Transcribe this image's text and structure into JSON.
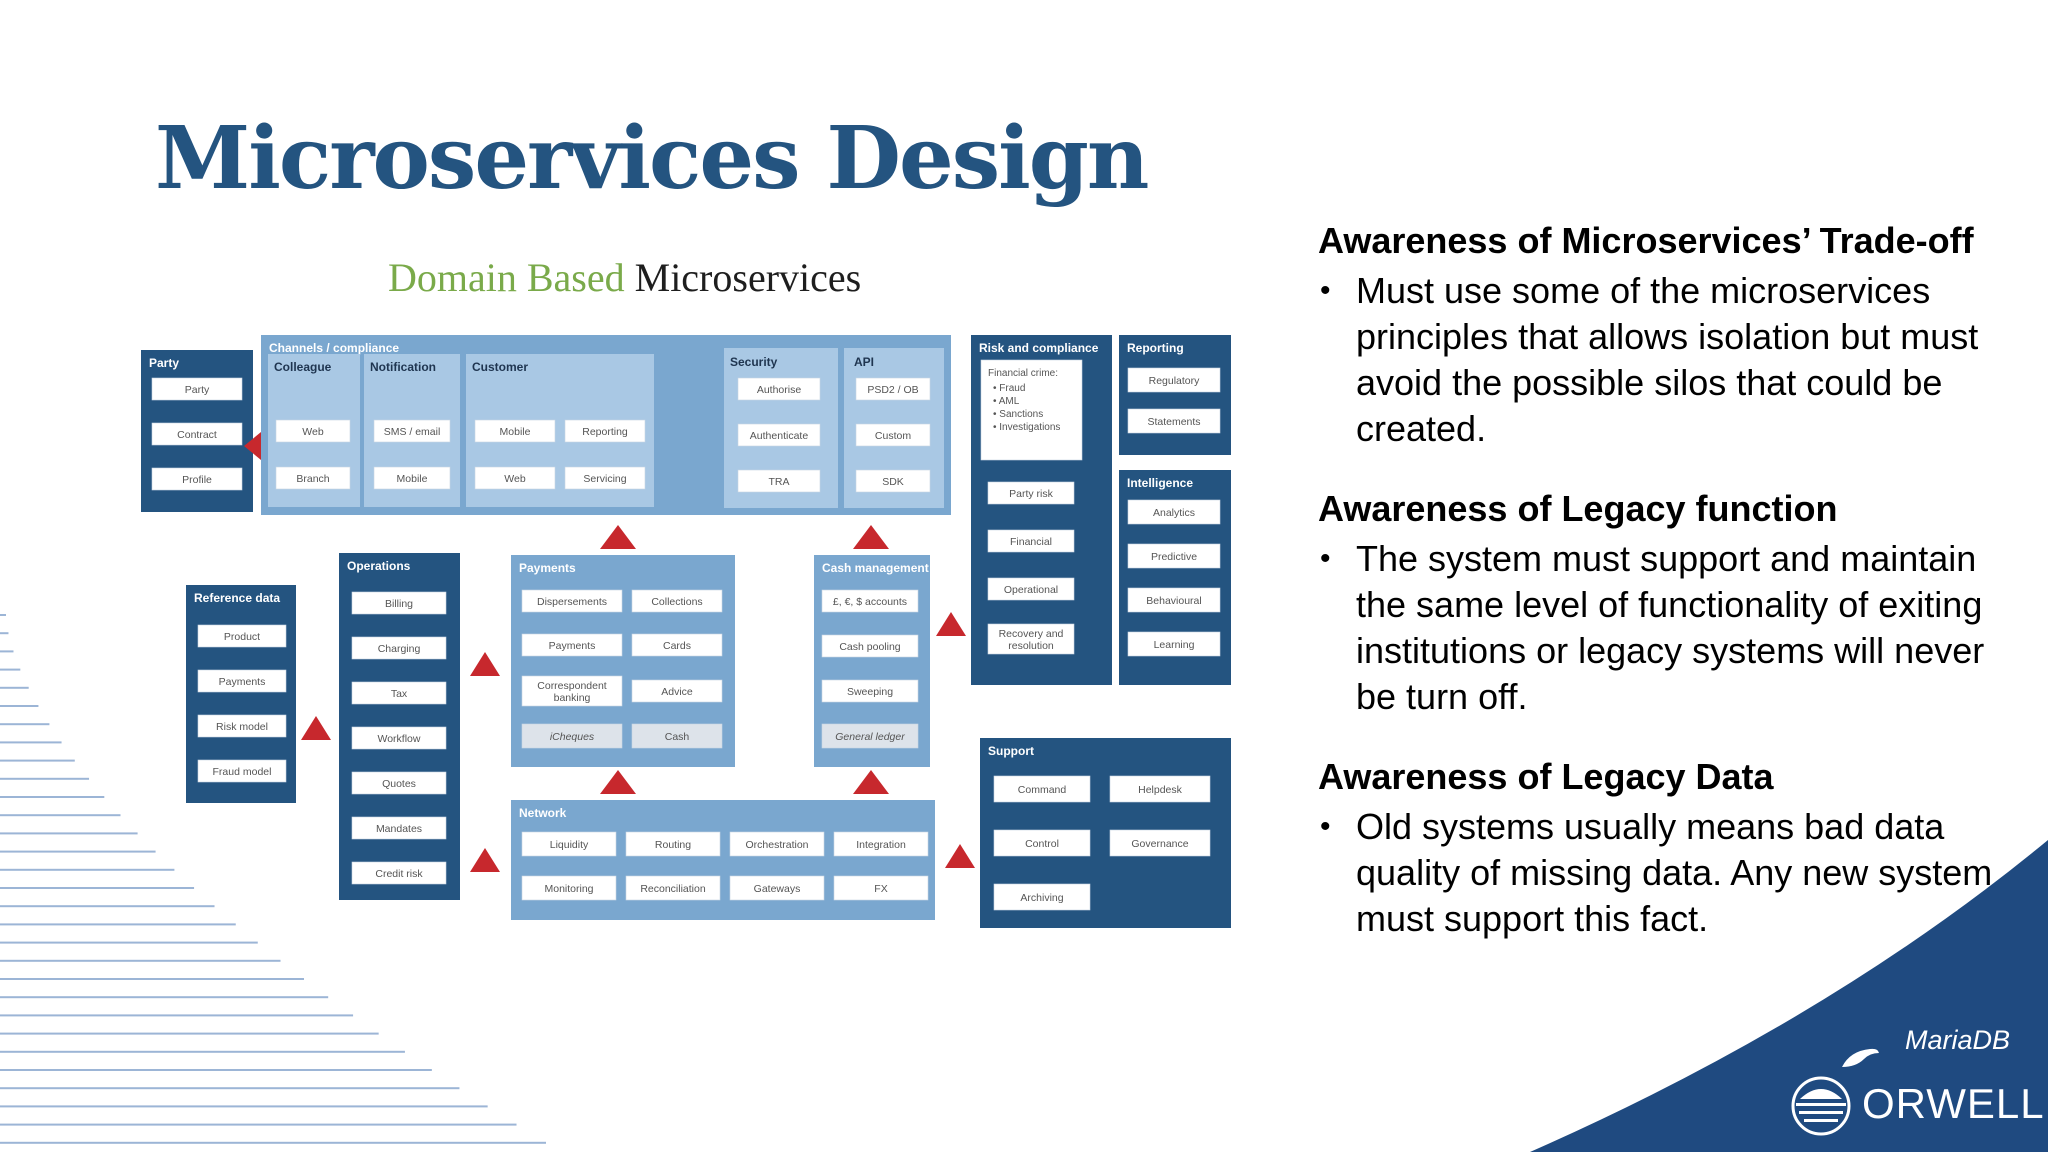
{
  "slide": {
    "title": "Microservices Design",
    "diagram_title_a": "Domain Based",
    "diagram_title_b": "Microservices"
  },
  "points": [
    {
      "heading": "Awareness of Microservices’ Trade-off",
      "bullet": "Must use some of the microservices principles that allows isolation but must avoid the possible silos that could be created."
    },
    {
      "heading": "Awareness of Legacy function",
      "bullet": "The system must support and maintain the same level of functionality of exiting institutions or legacy systems will never be turn off."
    },
    {
      "heading": "Awareness of Legacy Data",
      "bullet": "Old systems usually means bad data quality of missing data. Any new system must support this fact."
    }
  ],
  "logos": {
    "brand": "MariaDB",
    "company": "ORWELL"
  },
  "colors": {
    "title": "#245480",
    "green": "#7aaa4a",
    "dark_box": "#245480",
    "light_box": "#7aa7cf",
    "inner_box": "#a9c8e4",
    "arrow": "#c7282d"
  },
  "diagram": {
    "party": {
      "label": "Party",
      "items": [
        "Party",
        "Contract",
        "Profile"
      ]
    },
    "channels": {
      "label": "Channels / compliance",
      "colleague": {
        "label": "Colleague",
        "items": [
          "Web",
          "Branch"
        ]
      },
      "notification": {
        "label": "Notification",
        "items": [
          "SMS / email",
          "Mobile"
        ]
      },
      "customer": {
        "label": "Customer",
        "items": [
          "Mobile",
          "Reporting",
          "Web",
          "Servicing"
        ]
      },
      "security": {
        "label": "Security",
        "items": [
          "Authorise",
          "Authenticate",
          "TRA"
        ]
      },
      "api": {
        "label": "API",
        "items": [
          "PSD2 / OB",
          "Custom",
          "SDK"
        ]
      }
    },
    "risk": {
      "label": "Risk and compliance",
      "crime_title": "Financial crime:",
      "crime_items": [
        "Fraud",
        "AML",
        "Sanctions",
        "Investigations"
      ],
      "items": [
        "Party risk",
        "Financial",
        "Operational",
        "Recovery and resolution"
      ]
    },
    "reporting": {
      "label": "Reporting",
      "items": [
        "Regulatory",
        "Statements"
      ]
    },
    "intelligence": {
      "label": "Intelligence",
      "items": [
        "Analytics",
        "Predictive",
        "Behavioural",
        "Learning"
      ]
    },
    "reference": {
      "label": "Reference data",
      "items": [
        "Product",
        "Payments",
        "Risk model",
        "Fraud model"
      ]
    },
    "operations": {
      "label": "Operations",
      "items": [
        "Billing",
        "Charging",
        "Tax",
        "Workflow",
        "Quotes",
        "Mandates",
        "Credit risk"
      ]
    },
    "payments": {
      "label": "Payments",
      "items": [
        "Dispersements",
        "Collections",
        "Payments",
        "Cards",
        "Correspondent banking",
        "Advice",
        "iCheques",
        "Cash"
      ]
    },
    "cash": {
      "label": "Cash management",
      "items": [
        "£, €, $ accounts",
        "Cash pooling",
        "Sweeping",
        "General ledger"
      ]
    },
    "network": {
      "label": "Network",
      "items": [
        "Liquidity",
        "Routing",
        "Orchestration",
        "Integration",
        "Monitoring",
        "Reconciliation",
        "Gateways",
        "FX"
      ]
    },
    "support": {
      "label": "Support",
      "items": [
        "Command",
        "Helpdesk",
        "Control",
        "Governance",
        "Archiving"
      ]
    }
  }
}
